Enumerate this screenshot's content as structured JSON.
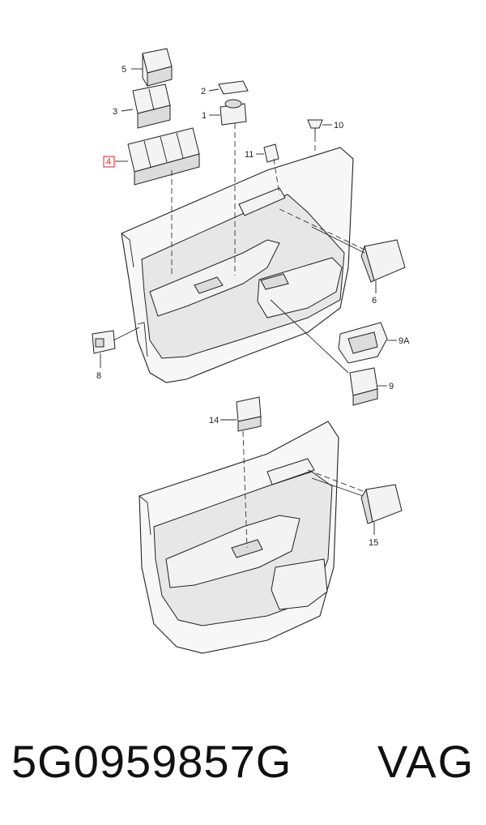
{
  "diagram": {
    "callouts": [
      "5",
      "2",
      "3",
      "1",
      "10",
      "11",
      "4",
      "6",
      "8",
      "9A",
      "9",
      "14",
      "15"
    ]
  },
  "footer": {
    "part_number": "5G0959857G",
    "brand": "VAG"
  },
  "colors": {
    "line": "#222222",
    "highlight": "#e02020"
  }
}
